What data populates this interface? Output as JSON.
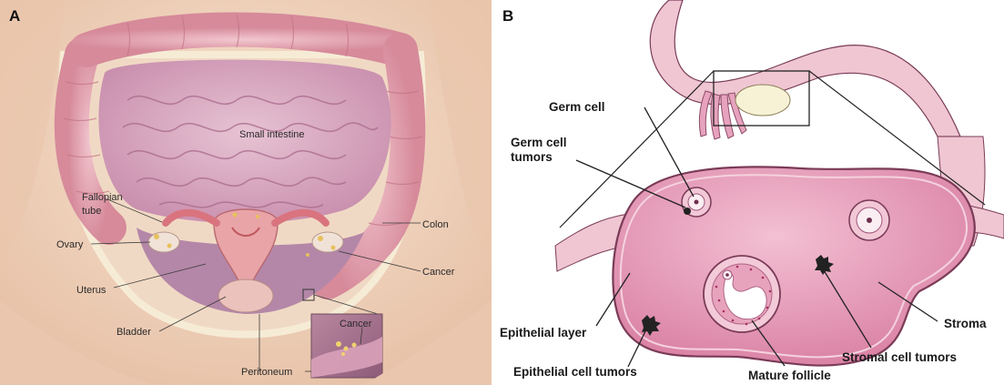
{
  "panel_a": {
    "letter": "A",
    "labels": {
      "small_intestine": "Small intestine",
      "fallopian_tube_line1": "Fallopian",
      "fallopian_tube_line2": "tube",
      "ovary": "Ovary",
      "uterus": "Uterus",
      "bladder": "Bladder",
      "colon": "Colon",
      "cancer": "Cancer",
      "inset_cancer": "Cancer",
      "peritoneum": "Peritoneum"
    }
  },
  "panel_b": {
    "letter": "B",
    "labels": {
      "germ_cell": "Germ cell",
      "germ_cell_tumors_line1": "Germ cell",
      "germ_cell_tumors_line2": "tumors",
      "epithelial_layer": "Epithelial layer",
      "epithelial_cell_tumors": "Epithelial cell tumors",
      "mature_follicle": "Mature follicle",
      "stromal_cell_tumors": "Stromal cell tumors",
      "stroma": "Stroma"
    }
  },
  "colors": {
    "skin": "#f2d6bf",
    "intestine": "#d9a7bd",
    "colon": "#e7a8a9",
    "ovary_body": "#e9a0bb",
    "ovary_outline": "#7a3b57",
    "cavity": "#b487a8"
  }
}
